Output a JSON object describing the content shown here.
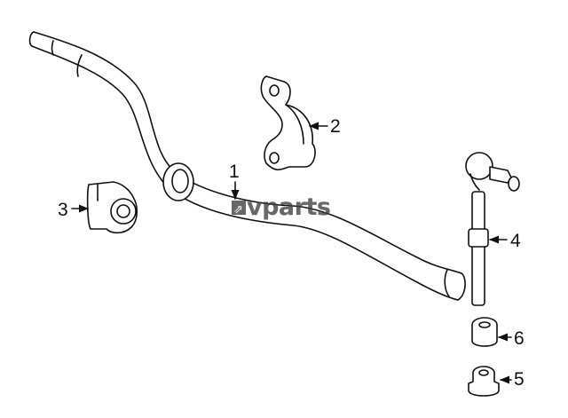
{
  "watermark": {
    "logo_mark": "⇗",
    "text": "vparts"
  },
  "callouts": [
    {
      "id": "1",
      "label": "1"
    },
    {
      "id": "2",
      "label": "2"
    },
    {
      "id": "3",
      "label": "3"
    },
    {
      "id": "4",
      "label": "4"
    },
    {
      "id": "5",
      "label": "5"
    },
    {
      "id": "6",
      "label": "6"
    }
  ]
}
